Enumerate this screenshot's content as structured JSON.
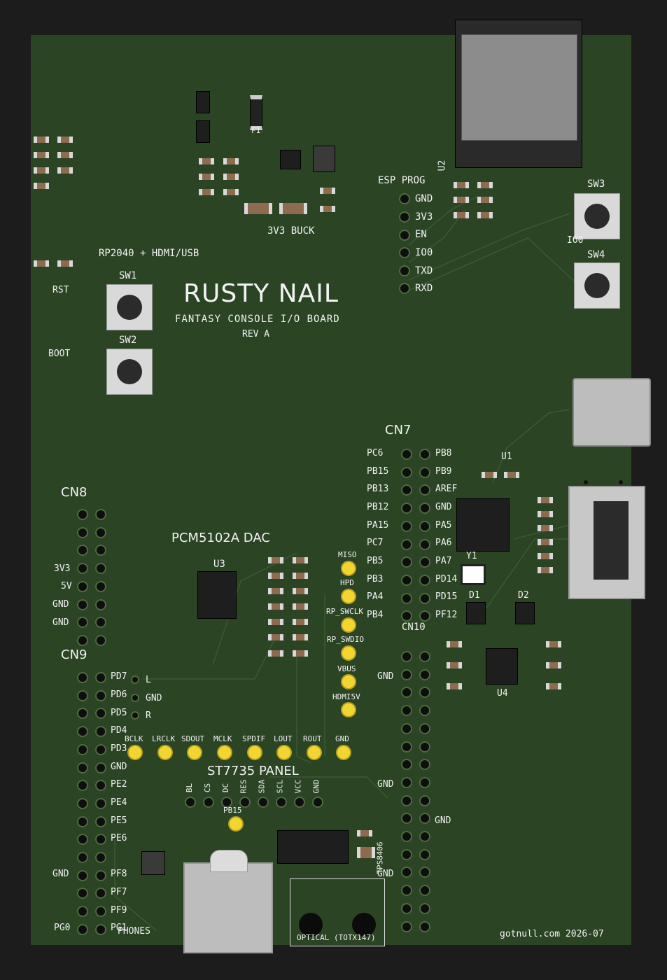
{
  "board": {
    "title": "RUSTY NAIL",
    "subtitle": "FANTASY CONSOLE I/O BOARD",
    "revision": "REV A",
    "footer": "gotnull.com  2026-07"
  },
  "sections": {
    "rp2040": "RP2040 + HDMI/USB",
    "buck": "3V3 BUCK",
    "esp_prog": "ESP PROG",
    "dac": "PCM5102A DAC",
    "panel": "ST7735 PANEL",
    "phones": "PHONES",
    "optical": "OPTICAL (TOTX147)"
  },
  "refs": {
    "sw1": "SW1",
    "sw2": "SW2",
    "sw3": "SW3",
    "sw4": "SW4",
    "rst": "RST",
    "boot": "BOOT",
    "io0": "IO0",
    "u1": "U1",
    "u2": "U2",
    "u3": "U3",
    "u4": "U4",
    "f1": "F1",
    "y1": "Y1",
    "d1": "D1",
    "d2": "D2",
    "cn7": "CN7",
    "cn8": "CN8",
    "cn9": "CN9",
    "cn10": "CN10",
    "tps": "TPS8406"
  },
  "esp_pins": [
    "GND",
    "3V3",
    "EN",
    "IO0",
    "TXD",
    "RXD"
  ],
  "cn7_left": [
    "PC6",
    "PB15",
    "PB13",
    "PB12",
    "PA15",
    "PC7",
    "PB5",
    "PB3",
    "PA4",
    "PB4"
  ],
  "cn7_right": [
    "PB8",
    "PB9",
    "AREF",
    "GND",
    "PA5",
    "PA6",
    "PA7",
    "PD14",
    "PD15",
    "PF12"
  ],
  "cn8_labels": [
    "3V3",
    "5V",
    "GND",
    "GND"
  ],
  "cn9_right": [
    "PD7",
    "PD6",
    "PD5",
    "PD4",
    "PD3",
    "GND",
    "PE2",
    "PE4",
    "PE5",
    "PE6",
    "",
    "PF8",
    "PF7",
    "PF9",
    "PG1"
  ],
  "cn9_left": [
    "GND",
    "PG0"
  ],
  "lr_labels": [
    "L",
    "GND",
    "R"
  ],
  "test_points": [
    "MISO",
    "HPD",
    "RP_SWCLK",
    "RP_SWDIO",
    "VBUS",
    "HDMI5V"
  ],
  "i2s_pads": [
    "BCLK",
    "LRCLK",
    "SDOUT",
    "MCLK",
    "SPDIF",
    "LOUT",
    "ROUT",
    "GND"
  ],
  "panel_pins": [
    "BL",
    "CS",
    "DC",
    "RES",
    "SDA",
    "SCL",
    "VCC",
    "GND"
  ],
  "pb15": "PB15",
  "cn10_gnd": [
    "GND",
    "GND",
    "GND"
  ],
  "cn10_gnd2": "GND",
  "colors": {
    "pcb": "#2a4424",
    "silk": "#f2f2f2",
    "pad": "#f3d532",
    "copper": "#4f6b40"
  }
}
